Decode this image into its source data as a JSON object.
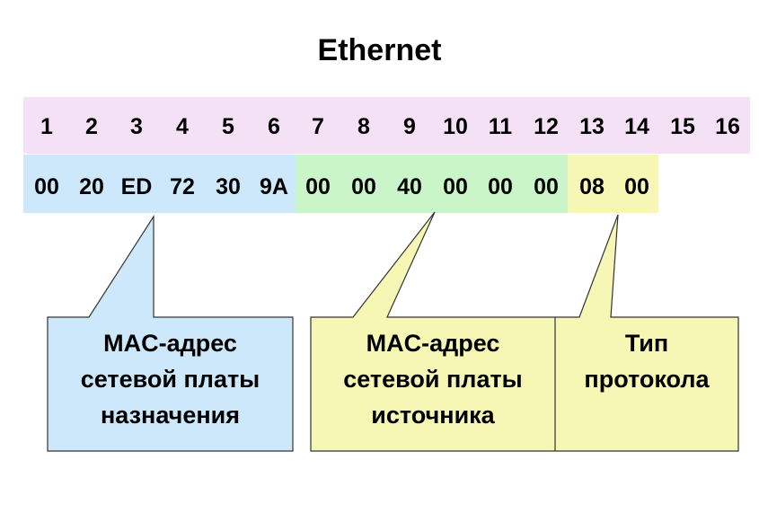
{
  "title": "Ethernet",
  "byte_indices": [
    "1",
    "2",
    "3",
    "4",
    "5",
    "6",
    "7",
    "8",
    "9",
    "10",
    "11",
    "12",
    "13",
    "14",
    "15",
    "16"
  ],
  "bytes": [
    "00",
    "20",
    "ED",
    "72",
    "30",
    "9A",
    "00",
    "00",
    "40",
    "00",
    "00",
    "00",
    "08",
    "00"
  ],
  "fields": [
    {
      "key": "dest",
      "lines": [
        "MAC-адрес",
        "сетевой платы",
        "назначения"
      ],
      "color": "#cce8fa"
    },
    {
      "key": "src",
      "lines": [
        "MAC-адрес",
        "сетевой платы",
        "источника"
      ],
      "color": "#f7f7b5"
    },
    {
      "key": "type",
      "lines": [
        "Тип",
        "протокола"
      ],
      "color": "#f7f7b5"
    }
  ],
  "colors": {
    "index_row": "#f5e1f5",
    "dest": "#cce8fa",
    "src": "#c9f5c9",
    "type": "#f7f7b5"
  }
}
